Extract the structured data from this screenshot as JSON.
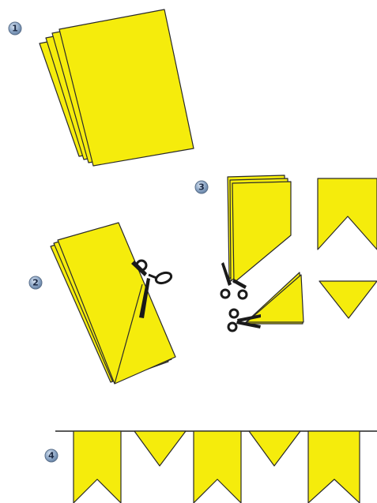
{
  "steps": [
    {
      "number": "1"
    },
    {
      "number": "2"
    },
    {
      "number": "3"
    },
    {
      "number": "4"
    }
  ],
  "colors": {
    "paper": "#f5ec0c",
    "outline": "#2a2a2a",
    "badge": "#8aa4c4",
    "scissors": "#1a1a1a"
  }
}
